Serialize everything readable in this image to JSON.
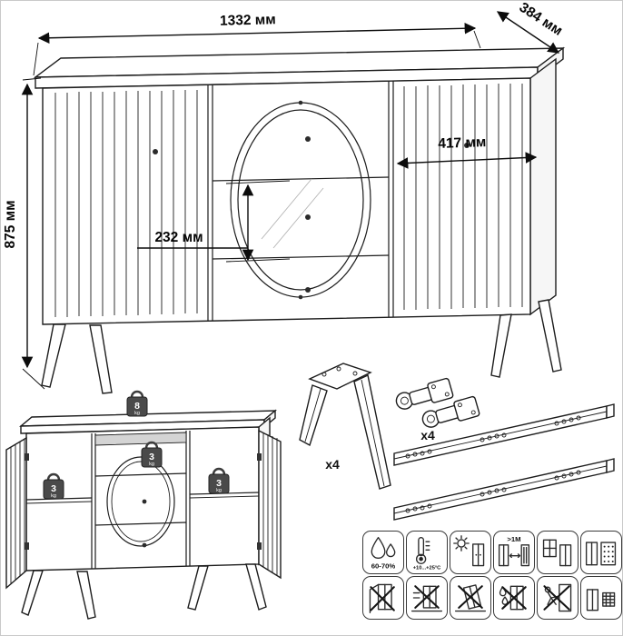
{
  "dims": {
    "width": "1332 мм",
    "depth": "384 мм",
    "height": "875 мм",
    "niche_width": "417 мм",
    "drawer_height": "232 мм"
  },
  "hardware": {
    "leg_qty": "x4",
    "hinge_qty": "x4"
  },
  "load": {
    "top_value": "8",
    "shelf_value": "3",
    "unit": "kg"
  },
  "care": {
    "humidity": "60-70%",
    "temperature": "+10...+25°C",
    "distance": ">1M"
  }
}
